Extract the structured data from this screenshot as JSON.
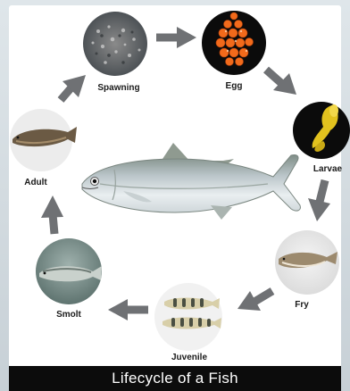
{
  "caption": "Lifecycle of a Fish",
  "stages": [
    {
      "label": "Spawning"
    },
    {
      "label": "Egg"
    },
    {
      "label": "Larvae"
    },
    {
      "label": "Fry"
    },
    {
      "label": "Juvenile"
    },
    {
      "label": "Smolt"
    },
    {
      "label": "Adult"
    }
  ],
  "colors": {
    "arrow": "#6f7174",
    "caption_bar": "#0c0c0c",
    "egg": "#f26a1b",
    "fish_body": "#b9c4c8"
  }
}
